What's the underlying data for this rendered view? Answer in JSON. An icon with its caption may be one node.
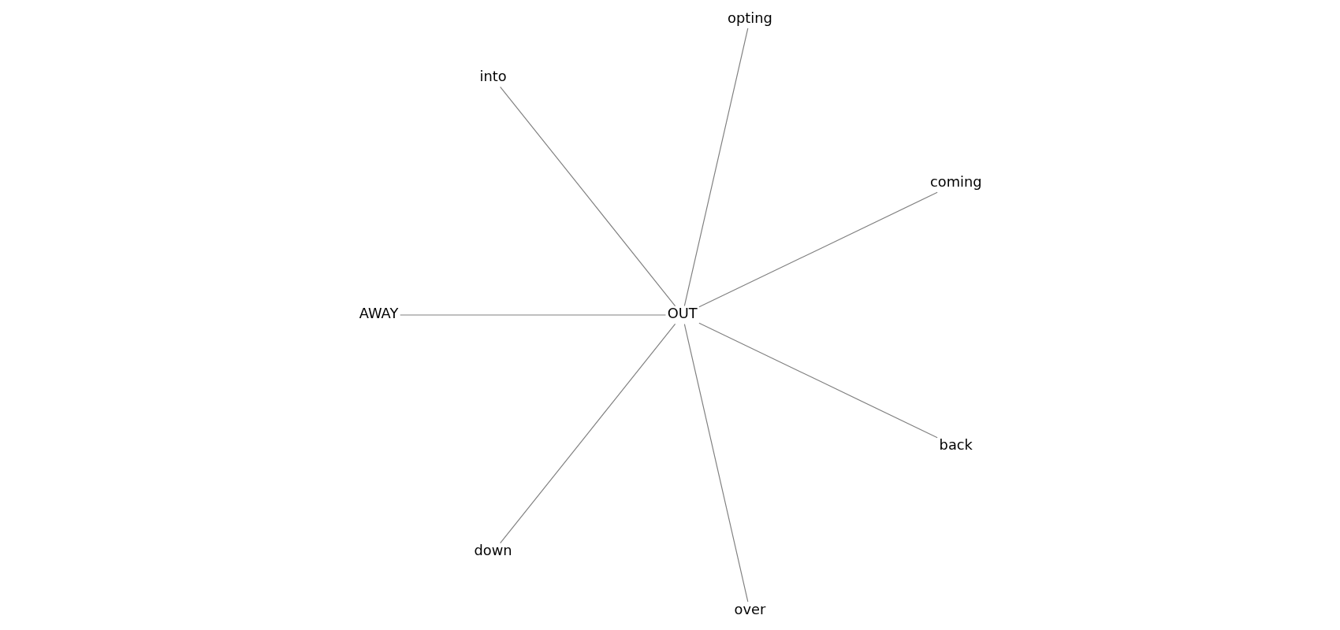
{
  "diagram": {
    "nodes": [
      {
        "text": [
          "opting"
        ]
      },
      {
        "text": [
          "into"
        ]
      },
      {
        "text": [
          "coming"
        ]
      },
      {
        "text": [
          "OUT"
        ]
      },
      {
        "text": [
          "AWAY"
        ]
      },
      {
        "text": [
          "back"
        ]
      },
      {
        "text": [
          "down"
        ]
      },
      {
        "text": [
          "over"
        ]
      }
    ],
    "edges": [
      {
        "from": 3,
        "to": 0,
        "arrow": "none"
      },
      {
        "from": 3,
        "to": 2,
        "arrow": "none"
      },
      {
        "from": 3,
        "to": 5,
        "arrow": "none"
      },
      {
        "from": 3,
        "to": 7,
        "arrow": "none"
      },
      {
        "from": 3,
        "to": 6,
        "arrow": "none"
      },
      {
        "from": 3,
        "to": 4,
        "arrow": "none"
      },
      {
        "from": 3,
        "to": 1,
        "arrow": "none"
      }
    ]
  }
}
